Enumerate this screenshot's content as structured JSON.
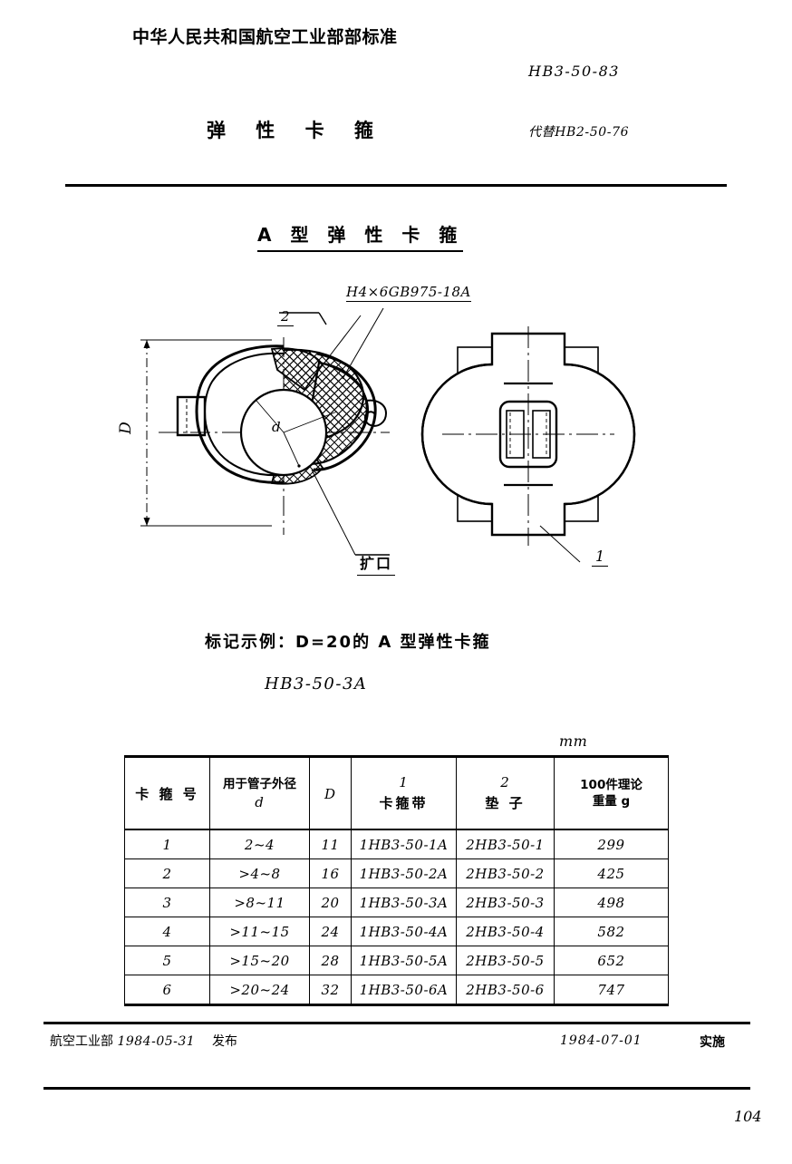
{
  "header": {
    "ministry_title": "中华人民共和国航空工业部部标准",
    "standard_code": "HB3-50-83",
    "doc_title": "弹 性 卡 箍",
    "replaces": "代替HB2-50-76"
  },
  "section": {
    "heading": "A 型 弹 性 卡 箍"
  },
  "drawing": {
    "thread_note": "H4×6GB975-18A",
    "label_2": "2",
    "label_1": "1",
    "label_flare": "扩口",
    "label_D": "D",
    "label_d": "d"
  },
  "marking": {
    "example_line": "标记示例：D=20的 A 型弹性卡箍",
    "example_code": "HB3-50-3A"
  },
  "table": {
    "unit": "mm",
    "headers": {
      "col1": "卡 箍 号",
      "col2_top": "用于管子外径",
      "col2_sub": "d",
      "col3": "D",
      "col4_num": "1",
      "col4_zh": "卡箍带",
      "col5_num": "2",
      "col5_zh": "垫 子",
      "col6_line1": "100件理论",
      "col6_line2": "重量 g"
    },
    "rows": [
      {
        "no": "1",
        "d": "2~4",
        "D": "11",
        "band": "1HB3-50-1A",
        "cushion": "2HB3-50-1",
        "weight": "299"
      },
      {
        "no": "2",
        "d": ">4~8",
        "D": "16",
        "band": "1HB3-50-2A",
        "cushion": "2HB3-50-2",
        "weight": "425"
      },
      {
        "no": "3",
        "d": ">8~11",
        "D": "20",
        "band": "1HB3-50-3A",
        "cushion": "2HB3-50-3",
        "weight": "498"
      },
      {
        "no": "4",
        "d": ">11~15",
        "D": "24",
        "band": "1HB3-50-4A",
        "cushion": "2HB3-50-4",
        "weight": "582"
      },
      {
        "no": "5",
        "d": ">15~20",
        "D": "28",
        "band": "1HB3-50-5A",
        "cushion": "2HB3-50-5",
        "weight": "652"
      },
      {
        "no": "6",
        "d": ">20~24",
        "D": "32",
        "band": "1HB3-50-6A",
        "cushion": "2HB3-50-6",
        "weight": "747"
      }
    ]
  },
  "footer": {
    "issuer": "航空工业部",
    "issue_date": "1984-05-31",
    "publish_label": "发布",
    "effective_date": "1984-07-01",
    "effective_label": "实施",
    "page_number": "104"
  }
}
